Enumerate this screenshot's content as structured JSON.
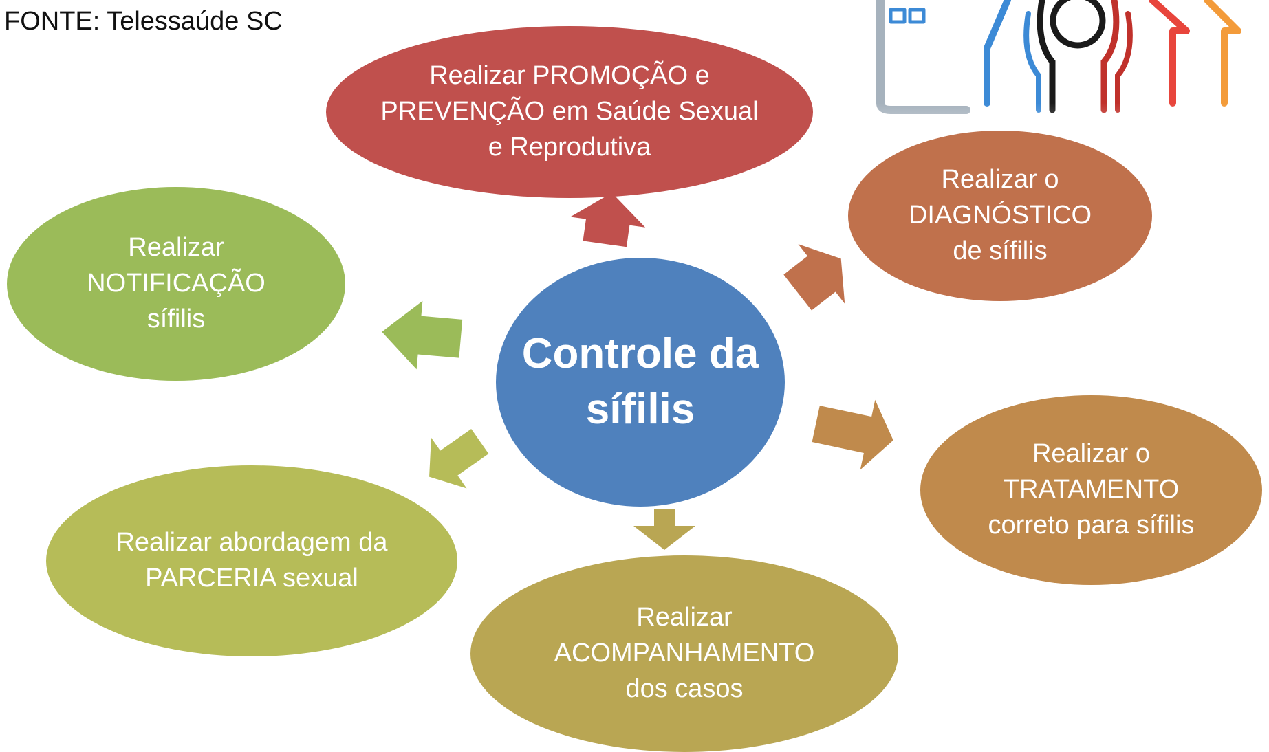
{
  "source_label": "FONTE: Telessaúde SC",
  "center": {
    "label": "Controle  da\nsífilis",
    "color": "#4f81bd"
  },
  "nodes": [
    {
      "id": "promocao",
      "label": "Realizar PROMOÇÃO e\nPREVENÇÃO em Saúde  Sexual\ne Reprodutiva",
      "color": "#c0504d"
    },
    {
      "id": "diagnostico",
      "label": "Realizar o\nDIAGNÓSTICO\nde sífilis",
      "color": "#c0714c"
    },
    {
      "id": "tratamento",
      "label": "Realizar  o\nTRATAMENTO\ncorreto para  sífilis",
      "color": "#c08a4c"
    },
    {
      "id": "acompanhamento",
      "label": "Realizar\nACOMPANHAMENTO\ndos casos",
      "color": "#b9a653"
    },
    {
      "id": "parceria",
      "label": "Realizar abordagem  da\nPARCERIA sexual",
      "color": "#b6bc58"
    },
    {
      "id": "notificacao",
      "label": "Realizar\nNOTIFICAÇÃO\nsífilis",
      "color": "#9bbb59"
    }
  ],
  "logo_icons": [
    "house-outline-icon",
    "people-hug-icon"
  ]
}
